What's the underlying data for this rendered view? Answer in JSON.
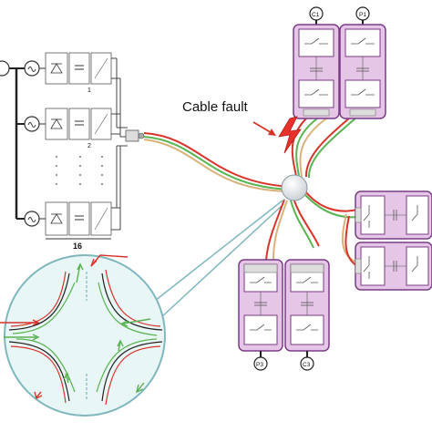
{
  "annotation": {
    "fault_label": "Cable fault"
  },
  "left_system": {
    "count_label": "16",
    "module_numbers": [
      "1",
      "2"
    ]
  },
  "terminal_labels": {
    "c1": "C1",
    "p1": "P1",
    "p3": "P3",
    "c3": "C3"
  },
  "colors": {
    "module_fill": "#e6c6e6",
    "module_border": "#7a3b86",
    "detail_circle": "#7fb7bd",
    "detail_fill": "#e9f6f6",
    "cable_red": "#d8332b",
    "cable_green": "#59b351",
    "cable_tan": "#d8b27a",
    "fault_bolt": "#e8312a"
  }
}
